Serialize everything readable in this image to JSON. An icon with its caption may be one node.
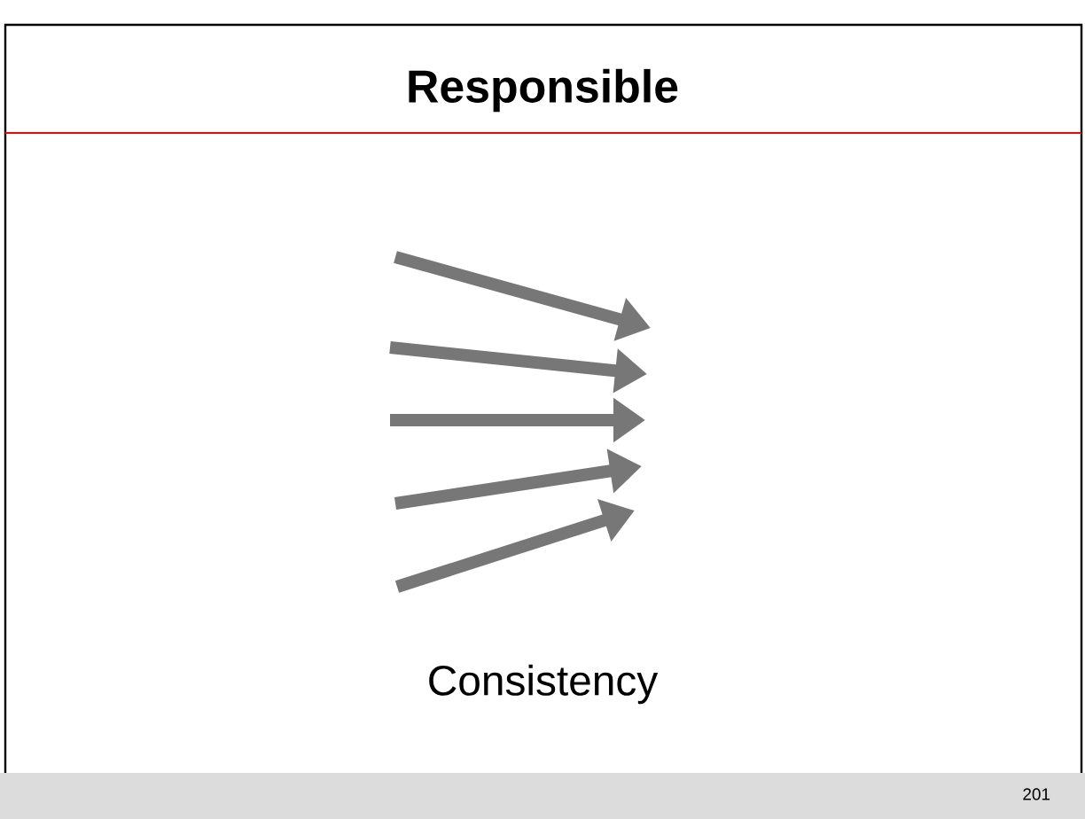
{
  "diagram": {
    "title": "Responsible",
    "labels": [
      "Consistency",
      "201"
    ]
  }
}
